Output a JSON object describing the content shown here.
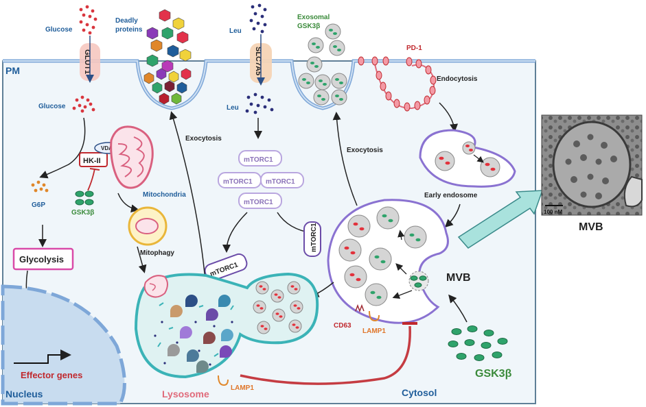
{
  "labels": {
    "pm": "PM",
    "glucose_out": "Glucose",
    "glucose_in": "Glucose",
    "glut1": "GLUT1",
    "deadly_proteins": "Deadly proteins",
    "leu_out": "Leu",
    "leu_in": "Leu",
    "slc7a5": "SLC7A5",
    "exosomal_gsk": "Exosomal GSK3β",
    "pd1": "PD-1",
    "endocytosis": "Endocytosis",
    "exocytosis_left": "Exocytosis",
    "exocytosis_right": "Exocytosis",
    "hk2": "HK-II",
    "vdac": "VDAC",
    "mitochondria": "Mitochondria",
    "mtorc1_a": "mTORC1",
    "mtorc1_b": "mTORC1",
    "mtorc1_c": "mTORC1",
    "mtorc1_d": "mTORC1",
    "mtorc1_mvb": "mTORC1",
    "mtorc1_lyso": "mTORC1",
    "g6p": "G6P",
    "gsk_mito": "GSK3β",
    "early_endosome": "Early endosome",
    "glycolysis": "Glycolysis",
    "mitophagy": "Mitophagy",
    "mvb": "MVB",
    "cd63": "CD63",
    "lamp1_mvb": "LAMP1",
    "lamp1_lyso": "LAMP1",
    "effector_genes": "Effector genes",
    "nucleus": "Nucleus",
    "lysosome": "Lysosome",
    "cytosol": "Cytosol",
    "gsk_cytosol": "GSK3β",
    "scale_bar": "100 nM",
    "mvb_micrograph": "MVB"
  },
  "colors": {
    "membrane": "#7ea7d8",
    "cell_border": "#5f7f97",
    "glucose": "#d9363e",
    "leu": "#2b2f7a",
    "red_arrow": "#c0282d",
    "vesicle_red": "#e2323c",
    "vesicle_green": "#2fa36b",
    "glycolysis_box": "#d94aa8",
    "lysosome_fill": "#dff2f2",
    "lysosome_edge": "#3bb3b7",
    "mvb_edge": "#8a72d1",
    "label_blue": "#1f5d9a",
    "label_green": "#3a8a3a",
    "label_red": "#c0282d",
    "label_orange": "#e0762a",
    "label_pink": "#e06a7a"
  }
}
